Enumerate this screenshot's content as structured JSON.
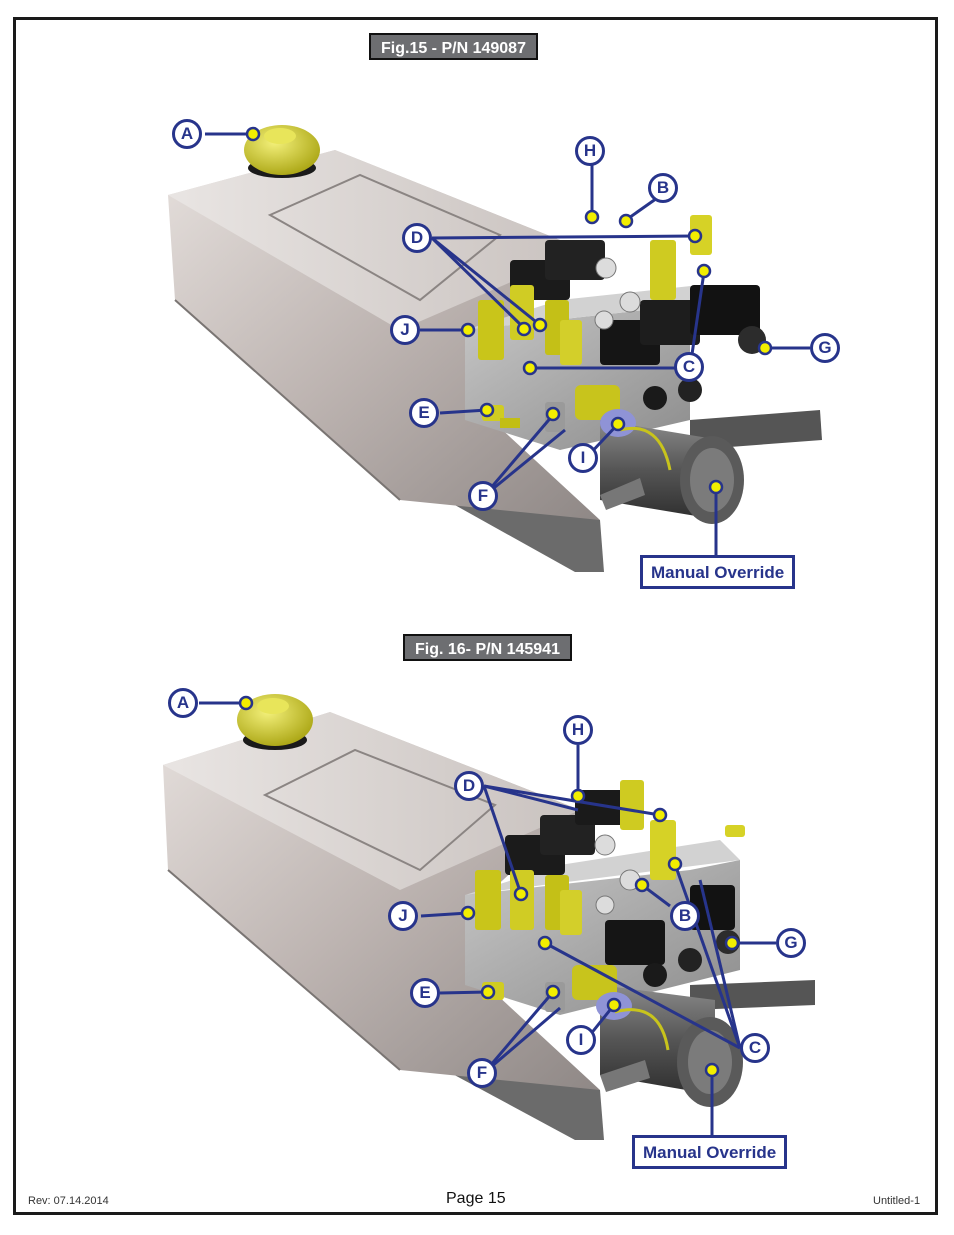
{
  "figures": [
    {
      "title": "Fig.15 - P/N 149087",
      "manual_override": "Manual Override"
    },
    {
      "title": "Fig. 16- P/N 145941",
      "manual_override": "Manual Override"
    }
  ],
  "callouts": {
    "a": "A",
    "b": "B",
    "c": "C",
    "d": "D",
    "e": "E",
    "f": "F",
    "g": "G",
    "h": "H",
    "i": "I",
    "j": "J"
  },
  "footer": {
    "rev": "Rev: 07.14.2014",
    "page": "Page 15",
    "file": "Untitled-1"
  },
  "colors": {
    "callout": "#27348b",
    "fitting": "#d6d21e",
    "title_bg": "#6d6e71"
  }
}
